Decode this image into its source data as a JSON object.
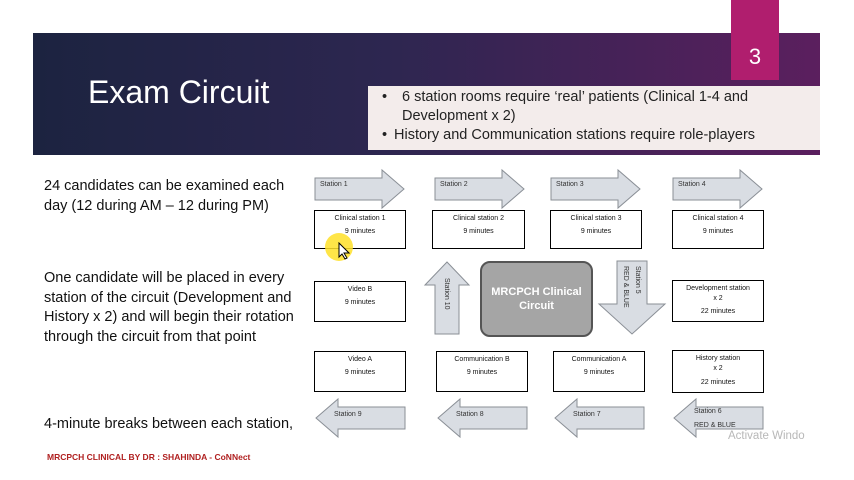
{
  "slide": {
    "title": "Exam Circuit",
    "page_number": "3",
    "bullets": [
      "6 station rooms require ‘real’ patients (Clinical 1-4 and Development x 2)",
      "History and Communication stations require role-players"
    ],
    "left_paragraphs": [
      "24 candidates can be examined each day (12 during AM – 12 during PM)",
      "One candidate will be placed in every station of the circuit (Development and History x 2) and will begin their rotation through the circuit from that point",
      "4-minute breaks between each station,"
    ],
    "footer": "MRCPCH CLINICAL BY DR : SHAHINDA - CoNNect",
    "watermark": "Activate Windo"
  },
  "diagram": {
    "center": "MRCPCH Clinical Circuit",
    "arrows": {
      "s1": "Station 1",
      "s2": "Station 2",
      "s3": "Station 3",
      "s4": "Station 4",
      "s5": "Station 5",
      "s5_sub": "RED & BLUE",
      "s6": "Station 6",
      "s6_sub": "RED & BLUE",
      "s7": "Station 7",
      "s8": "Station 8",
      "s9": "Station 9",
      "s10": "Station 10"
    },
    "boxes": {
      "cs1": {
        "title": "Clinical station 1",
        "duration": "9 minutes"
      },
      "cs2": {
        "title": "Clinical station 2",
        "duration": "9 minutes"
      },
      "cs3": {
        "title": "Clinical station 3",
        "duration": "9 minutes"
      },
      "cs4": {
        "title": "Clinical station 4",
        "duration": "9 minutes"
      },
      "videoB": {
        "title": "Video B",
        "duration": "9 minutes"
      },
      "dev": {
        "title": "Development station",
        "mult": "x 2",
        "duration": "22 minutes"
      },
      "videoA": {
        "title": "Video A",
        "duration": "9 minutes"
      },
      "commB": {
        "title": "Communication B",
        "duration": "9 minutes"
      },
      "commA": {
        "title": "Communication A",
        "duration": "9 minutes"
      },
      "hist": {
        "title": "History station",
        "mult": "x 2",
        "duration": "22 minutes"
      }
    },
    "colors": {
      "arrow_fill": "#d9dde3",
      "arrow_stroke": "#8a8f96",
      "center_fill": "#a5a5a5"
    }
  }
}
